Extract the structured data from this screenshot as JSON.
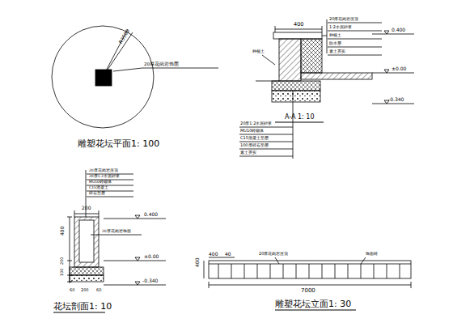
{
  "diagram": {
    "labels": [
      "R3500",
      "20厚花岗岩饰面",
      "雕塑花坛平面1: 100",
      "400",
      "20厚花岗岩压顶",
      "1:2水泥砂浆",
      "种植土",
      "防水层",
      "素土夯实",
      "0.400",
      "±0.00",
      "-0.340",
      "种植土",
      "A-A 1: 10",
      "20厚1:2水泥砂浆",
      "MU10砖砌体",
      "C15混凝土垫层",
      "100厚碎石垫层",
      "素土夯实",
      "20厚花岗岩压顶",
      "20厚1:2水泥砂浆",
      "MU10砖砌体",
      "C15混凝土",
      "碎石垫层",
      "200",
      "400",
      "200",
      "100",
      "60",
      "200",
      "60",
      "0.400",
      "±0.00",
      "-0.340",
      "花坛剖面1: 10",
      "20厚花岗岩饰面",
      "400",
      "40",
      "400",
      "20厚花岗岩压顶",
      "饰面砖",
      "7000",
      "雕塑花坛立面1: 30"
    ]
  }
}
